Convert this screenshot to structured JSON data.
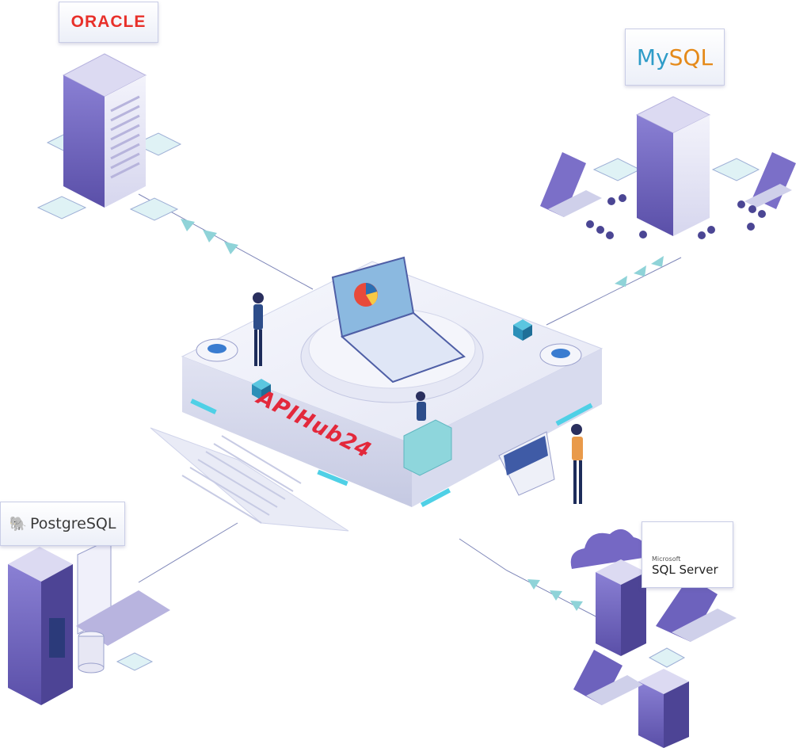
{
  "hub": {
    "brand": "APIHub24"
  },
  "databases": {
    "oracle": {
      "label": "ORACLE"
    },
    "mysql": {
      "label_part1": "My",
      "label_part2": "SQL"
    },
    "postgresql": {
      "label": "PostgreSQL"
    },
    "sqlserver": {
      "vendor": "Microsoft",
      "label": "SQL Server"
    }
  },
  "colors": {
    "platform": "#eef0f8",
    "platform_shade": "#cfd3ea",
    "server": "#7b6fc8",
    "server_light": "#dcdaf2",
    "accent_cyan": "#4fd0e6",
    "accent_red": "#e3283b",
    "arrow": "#8fd3d8"
  }
}
